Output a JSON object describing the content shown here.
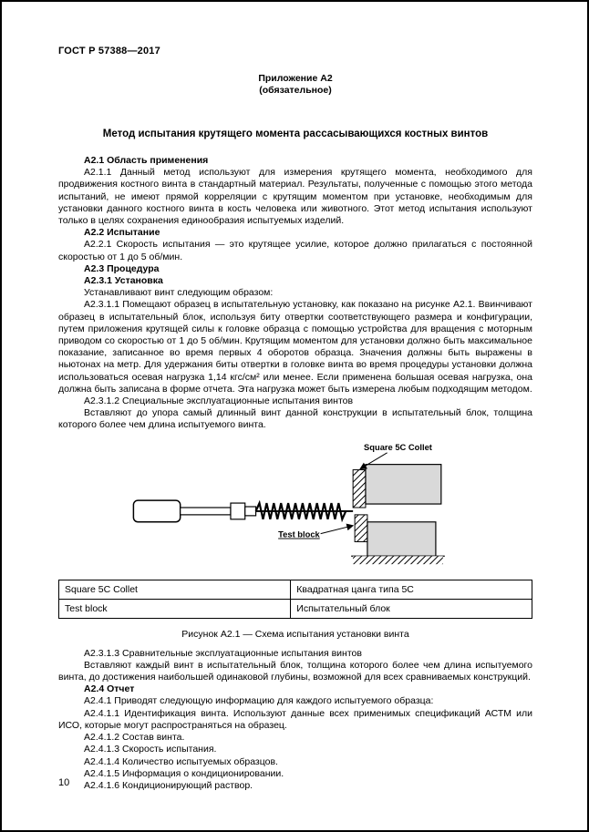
{
  "page": {
    "header": "ГОСТ Р 57388—2017",
    "page_number": "10"
  },
  "appendix": {
    "label": "Приложение А2",
    "note": "(обязательное)"
  },
  "title": "Метод испытания крутящего момента рассасывающихся костных винтов",
  "paragraphs_before_figure": [
    {
      "text": "А2.1 Область применения",
      "bold": true
    },
    {
      "text": "А2.1.1 Данный метод используют для измерения крутящего момента, необходимого для продвижения костного винта в стандартный материал. Результаты, полученные с помощью этого метода испытаний, не имеют прямой корреляции с крутящим моментом при установке, необходимым для установки данного костного винта в кость человека или животного. Этот метод испытания используют только в целях сохранения единообразия испытуемых изделий.",
      "bold": false
    },
    {
      "text": "А2.2 Испытание",
      "bold": true
    },
    {
      "text": "А2.2.1 Скорость испытания — это крутящее усилие, которое должно прилагаться с постоянной скоростью от 1 до 5 об/мин.",
      "bold": false
    },
    {
      "text": "А2.3 Процедура",
      "bold": true
    },
    {
      "text": "А2.3.1 Установка",
      "bold": true
    },
    {
      "text": "Устанавливают винт следующим образом:",
      "bold": false
    },
    {
      "text": "А2.3.1.1 Помещают образец в испытательную установку, как показано на рисунке А2.1. Ввинчивают образец в испытательный блок, используя биту отвертки соответствующего размера и конфигурации, путем приложения крутящей силы к головке образца с помощью устройства для вращения с моторным приводом со скоростью от 1 до 5 об/мин. Крутящим моментом для установки должно быть максимальное показание, записанное во время первых 4 оборотов образца. Значения должны быть выражены в ньютонах на метр. Для удержания биты отвертки в головке винта во время процедуры установки должна использоваться осевая нагрузка 1,14 кгс/см² или менее. Если применена большая осевая нагрузка, она должна быть записана в форме отчета. Эта нагрузка может быть измерена любым подходящим методом.",
      "bold": false
    },
    {
      "text": "А2.3.1.2 Специальные эксплуатационные испытания винтов",
      "bold": false
    },
    {
      "text": "Вставляют до упора самый длинный винт данной конструкции в испытательный блок, толщина которого более чем длина испытуемого винта.",
      "bold": false
    }
  ],
  "figure": {
    "labels": {
      "collet": "Square 5C Collet",
      "test_block": "Test block"
    },
    "caption": "Рисунок А2.1 — Схема испытания установки винта"
  },
  "legend_table": {
    "rows": [
      {
        "term": "Square 5C Collet",
        "definition": "Квадратная цанга типа 5С"
      },
      {
        "term": "Test block",
        "definition": "Испытательный блок"
      }
    ]
  },
  "paragraphs_after_figure": [
    {
      "text": "А2.3.1.3 Сравнительные эксплуатационные испытания винтов",
      "bold": false
    },
    {
      "text": "Вставляют каждый винт в испытательный блок, толщина которого более чем длина испытуемого винта, до достижения наибольшей одинаковой глубины, возможной для всех сравниваемых конструкций.",
      "bold": false
    },
    {
      "text": "А2.4 Отчет",
      "bold": true
    },
    {
      "text": "А2.4.1 Приводят следующую информацию для каждого испытуемого образца:",
      "bold": false
    },
    {
      "text": "А2.4.1.1 Идентификация винта. Используют данные всех применимых спецификаций АСТМ или ИСО, которые могут распространяться на образец.",
      "bold": false
    },
    {
      "text": "А2.4.1.2 Состав винта.",
      "bold": false
    },
    {
      "text": "А2.4.1.3 Скорость испытания.",
      "bold": false
    },
    {
      "text": "А2.4.1.4 Количество испытуемых образцов.",
      "bold": false
    },
    {
      "text": "А2.4.1.5 Информация о кондиционировании.",
      "bold": false
    },
    {
      "text": "А2.4.1.6 Кондиционирующий раствор.",
      "bold": false
    }
  ]
}
